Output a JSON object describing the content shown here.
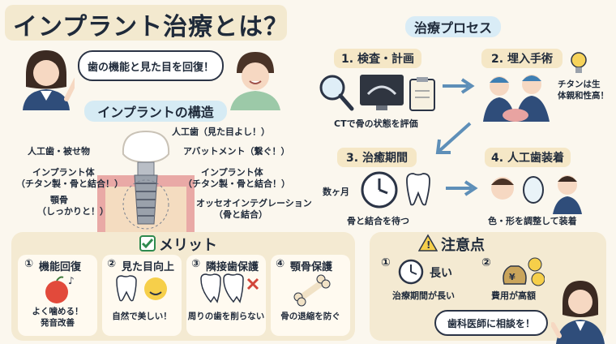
{
  "title": "インプラント治療とは？",
  "speech": "歯の機能と見た目を回復！",
  "structure": {
    "heading": "インプラントの構造",
    "labels": {
      "crown": "人工歯（見た目よし！）",
      "crown_left": "人工歯・被せ物",
      "abutment": "アバットメント（繋ぐ！）",
      "implant_left_1": "インプラント体",
      "implant_left_2": "（チタン製・骨と結合！）",
      "implant_right_1": "インプラント体",
      "implant_right_2": "（チタン製・骨と結合！）",
      "bone_1": "顎骨",
      "bone_2": "（しっかりと！）",
      "osseo_1": "オッセオインテグレーション",
      "osseo_2": "（骨と結合）"
    }
  },
  "process": {
    "heading": "治療プロセス",
    "steps": [
      {
        "label": "1. 検査・計画",
        "caption": "CTで骨の状態を評価"
      },
      {
        "label": "2. 埋入手術",
        "caption": "チタンは生体親和性高！"
      },
      {
        "label": "3. 治癒期間",
        "caption": "骨と結合を待つ",
        "side": "数ヶ月"
      },
      {
        "label": "4. 人工歯装着",
        "caption": "色・形を調整して装着"
      }
    ],
    "tip_1": "チタンは生",
    "tip_2": "体親和性高！"
  },
  "merits": {
    "heading": "メリット",
    "items": [
      {
        "num": "①",
        "title": "機能回復",
        "desc_1": "よく噛める！",
        "desc_2": "発音改善"
      },
      {
        "num": "②",
        "title": "見た目向上",
        "desc_1": "自然で美しい！",
        "desc_2": ""
      },
      {
        "num": "③",
        "title": "隣接歯保護",
        "desc_1": "周りの歯を削らない",
        "desc_2": ""
      },
      {
        "num": "④",
        "title": "顎骨保護",
        "desc_1": "骨の退縮を防ぐ",
        "desc_2": ""
      }
    ]
  },
  "cautions": {
    "heading": "注意点",
    "items": [
      {
        "num": "①",
        "title": "長い",
        "desc": "治療期間が長い"
      },
      {
        "num": "②",
        "title": "",
        "desc": "費用が高額"
      }
    ],
    "consult": "歯科医師に相談を！"
  },
  "colors": {
    "navy": "#1f2a3a",
    "accent": "#3d8fd0",
    "gum": "#e8a3a1"
  }
}
